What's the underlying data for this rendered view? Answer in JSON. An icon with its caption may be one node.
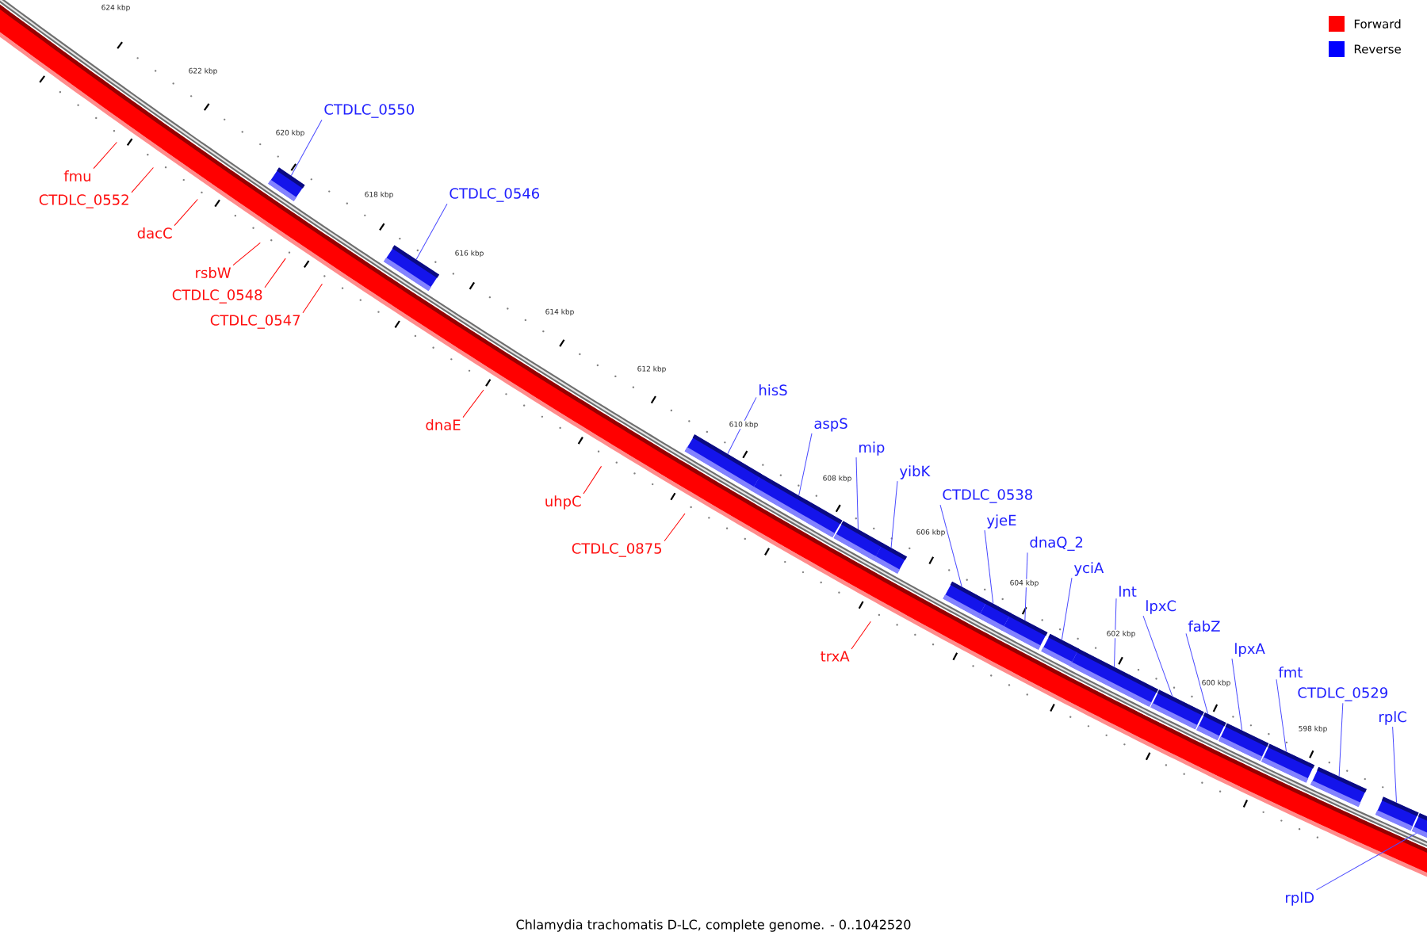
{
  "diagram": {
    "caption": "Chlamydia trachomatis D-LC, complete genome. - 0..1042520",
    "nodes": [
      {
        "text": [
          "CTDLC_0550"
        ]
      },
      {
        "text": [],
        "shape": "bar"
      },
      {
        "text": [
          "CTDLC_0546"
        ]
      },
      {
        "text": [],
        "shape": "bar"
      },
      {
        "text": [
          "hisS"
        ]
      },
      {
        "text": [],
        "shape": "bar"
      },
      {
        "text": [
          "aspS"
        ]
      },
      {
        "text": [],
        "shape": "bar"
      },
      {
        "text": [
          "mip"
        ]
      },
      {
        "text": [],
        "shape": "bar"
      },
      {
        "text": [
          "yibK"
        ]
      },
      {
        "text": [],
        "shape": "bar"
      },
      {
        "text": [
          "CTDLC_0538"
        ]
      },
      {
        "text": [],
        "shape": "bar"
      },
      {
        "text": [
          "yjeE"
        ]
      },
      {
        "text": [],
        "shape": "bar"
      },
      {
        "text": [
          "dnaQ_2"
        ]
      },
      {
        "text": [],
        "shape": "bar"
      },
      {
        "text": [
          "yciA"
        ]
      },
      {
        "text": [],
        "shape": "bar"
      },
      {
        "text": [
          "lnt"
        ]
      },
      {
        "text": [],
        "shape": "bar"
      },
      {
        "text": [
          "lpxC"
        ]
      },
      {
        "text": [],
        "shape": "bar"
      },
      {
        "text": [
          "fabZ"
        ]
      },
      {
        "text": [],
        "shape": "bar"
      },
      {
        "text": [
          "lpxA"
        ]
      },
      {
        "text": [],
        "shape": "bar"
      },
      {
        "text": [
          "fmt"
        ]
      },
      {
        "text": [],
        "shape": "bar"
      },
      {
        "text": [
          "CTDLC_0529"
        ]
      },
      {
        "text": [],
        "shape": "bar"
      },
      {
        "text": [
          "rplC"
        ]
      },
      {
        "text": [],
        "shape": "bar"
      },
      {
        "text": [
          "rplD"
        ]
      },
      {
        "text": [],
        "shape": "bar"
      },
      {
        "text": [
          "fmu"
        ]
      },
      {
        "text": [
          "CTDLC_0552"
        ]
      },
      {
        "text": [
          "dacC"
        ]
      },
      {
        "text": [
          "rsbW"
        ]
      },
      {
        "text": [
          "CTDLC_0548"
        ]
      },
      {
        "text": [
          "CTDLC_0547"
        ]
      },
      {
        "text": [
          "dnaE"
        ]
      },
      {
        "text": [
          "uhpC"
        ]
      },
      {
        "text": [
          "CTDLC_0875"
        ]
      },
      {
        "text": [
          "trxA"
        ]
      }
    ],
    "edges": [
      {
        "from": 0,
        "to": 1,
        "arrow": "none"
      },
      {
        "from": 2,
        "to": 3,
        "arrow": "none"
      },
      {
        "from": 4,
        "to": 5,
        "arrow": "none"
      },
      {
        "from": 6,
        "to": 7,
        "arrow": "none"
      },
      {
        "from": 8,
        "to": 9,
        "arrow": "none"
      },
      {
        "from": 10,
        "to": 11,
        "arrow": "none"
      },
      {
        "from": 12,
        "to": 13,
        "arrow": "none"
      },
      {
        "from": 14,
        "to": 15,
        "arrow": "none"
      },
      {
        "from": 16,
        "to": 17,
        "arrow": "none"
      },
      {
        "from": 18,
        "to": 19,
        "arrow": "none"
      },
      {
        "from": 20,
        "to": 21,
        "arrow": "none"
      },
      {
        "from": 22,
        "to": 23,
        "arrow": "none"
      },
      {
        "from": 24,
        "to": 25,
        "arrow": "none"
      },
      {
        "from": 26,
        "to": 27,
        "arrow": "none"
      },
      {
        "from": 28,
        "to": 29,
        "arrow": "none"
      },
      {
        "from": 30,
        "to": 31,
        "arrow": "none"
      },
      {
        "from": 32,
        "to": 33,
        "arrow": "none"
      },
      {
        "from": 34,
        "to": 35,
        "arrow": "none"
      },
      {
        "from": 36,
        "to": null,
        "arrow": "none",
        "color": "#ff0000"
      },
      {
        "from": 37,
        "to": null,
        "arrow": "none",
        "color": "#ff0000"
      },
      {
        "from": 38,
        "to": null,
        "arrow": "none",
        "color": "#ff0000"
      },
      {
        "from": 39,
        "to": null,
        "arrow": "none",
        "color": "#ff0000"
      },
      {
        "from": 40,
        "to": null,
        "arrow": "none",
        "color": "#ff0000"
      },
      {
        "from": 41,
        "to": null,
        "arrow": "none",
        "color": "#ff0000"
      },
      {
        "from": 42,
        "to": null,
        "arrow": "none",
        "color": "#ff0000"
      },
      {
        "from": 43,
        "to": null,
        "arrow": "none",
        "color": "#ff0000"
      },
      {
        "from": 44,
        "to": null,
        "arrow": "none",
        "color": "#ff0000"
      },
      {
        "from": 45,
        "to": null,
        "arrow": "none",
        "color": "#ff0000"
      }
    ],
    "labels": [
      "624 kbp",
      "622 kbp",
      "620 kbp",
      "618 kbp",
      "616 kbp",
      "614 kbp",
      "612 kbp",
      "610 kbp",
      "608 kbp",
      "606 kbp",
      "604 kbp",
      "602 kbp",
      "600 kbp",
      "598 kbp"
    ],
    "legend": [
      {
        "text": "Forward",
        "color": "#ff0000"
      },
      {
        "text": "Reverse",
        "color": "#0000ff"
      }
    ]
  }
}
